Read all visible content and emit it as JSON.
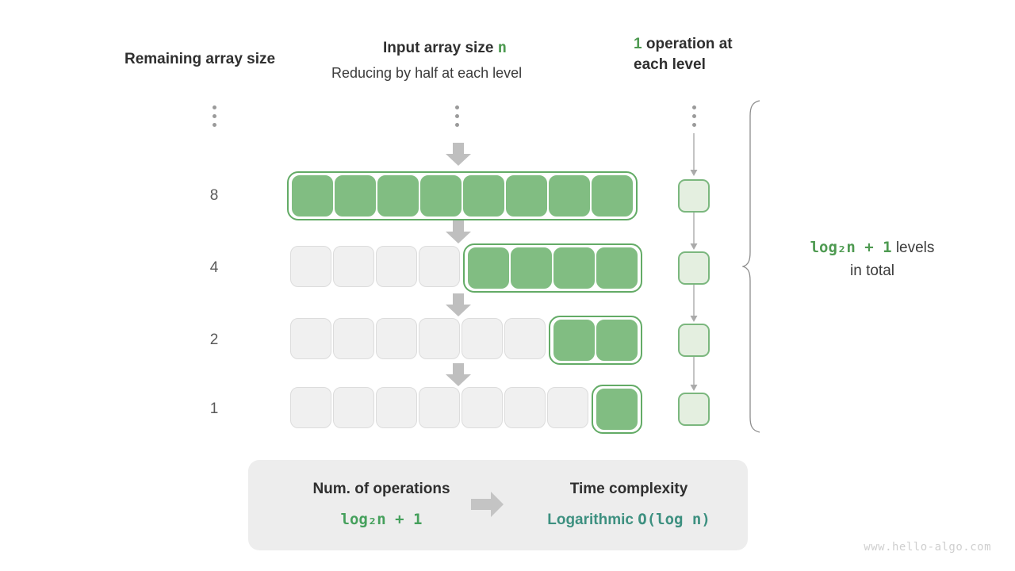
{
  "headers": {
    "left": "Remaining array size",
    "mid_prefix": "Input array size ",
    "mid_var": "n",
    "mid_sub": "Reducing by half at each level",
    "right_num": "1",
    "right_text": " operation at each level"
  },
  "rows": [
    {
      "label": "8",
      "total_cells": 8,
      "filled": 8
    },
    {
      "label": "4",
      "total_cells": 8,
      "filled": 4
    },
    {
      "label": "2",
      "total_cells": 8,
      "filled": 2
    },
    {
      "label": "1",
      "total_cells": 8,
      "filled": 1
    }
  ],
  "ellipsis": {
    "glyph": "vertical-dots",
    "count": 3
  },
  "brace": {
    "value": "log₂n + 1",
    "suffix": " levels",
    "second_line": "in total"
  },
  "summary": {
    "left_title": "Num. of operations",
    "left_value": "log₂n + 1",
    "right_title": "Time complexity",
    "right_value_word": "Logarithmic",
    "right_value_bigo": "O(log n)"
  },
  "watermark": "www.hello-algo.com",
  "colors": {
    "green_fill": "#81bd82",
    "green_border": "#63ab66",
    "green_text": "#4e9a51",
    "light_green_fill": "#e4efe0",
    "light_green_border": "#7bb77e",
    "teal_text": "#3d9080",
    "empty_fill": "#f0f0f0",
    "empty_border": "#dcdcdc",
    "arrow_gray": "#bfbfbf",
    "panel_bg": "#ededed",
    "watermark_gray": "#cfcfcf"
  }
}
